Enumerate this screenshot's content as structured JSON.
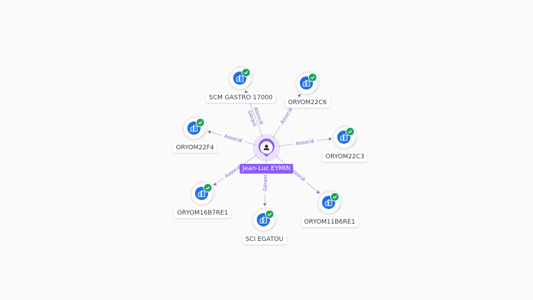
{
  "colors": {
    "background": "#fafafb",
    "person": "#8b5cf6",
    "company": "#1f6fe5",
    "verified": "#1aa35a",
    "edge_label": "#7b61c8",
    "edge": "#b9b5c8"
  },
  "center": {
    "name": "Jean-Luc EYMIN",
    "icon": "person-icon"
  },
  "companies": [
    {
      "id": "scm-gastro-17000",
      "name": "SCM GASTRO 17000",
      "icon": "building-icon",
      "verified": true
    },
    {
      "id": "oryom22c6",
      "name": "ORYOM22C6",
      "icon": "building-icon",
      "verified": true
    },
    {
      "id": "oryom22f4",
      "name": "ORYOM22F4",
      "icon": "building-icon",
      "verified": true
    },
    {
      "id": "oryom22c3",
      "name": "ORYOM22C3",
      "icon": "building-icon",
      "verified": true
    },
    {
      "id": "oryom16b7re1",
      "name": "ORYOM16B7RE1",
      "icon": "building-icon",
      "verified": true
    },
    {
      "id": "sci-egatou",
      "name": "SCI EGATOU",
      "icon": "building-icon",
      "verified": true
    },
    {
      "id": "oryom11b6re1",
      "name": "ORYOM11B6RE1",
      "icon": "building-icon",
      "verified": true
    }
  ],
  "edges": [
    {
      "to": "scm-gastro-17000",
      "labels": [
        "Gérant",
        "Associé"
      ]
    },
    {
      "to": "oryom22c6",
      "labels": [
        "Associé"
      ]
    },
    {
      "to": "oryom22f4",
      "labels": [
        "Associé"
      ]
    },
    {
      "to": "oryom22c3",
      "labels": [
        "Associé"
      ]
    },
    {
      "to": "oryom16b7re1",
      "labels": [
        "Associé"
      ]
    },
    {
      "to": "sci-egatou",
      "labels": [
        "Gérant"
      ]
    },
    {
      "to": "oryom11b6re1",
      "labels": [
        "Associé"
      ]
    }
  ]
}
